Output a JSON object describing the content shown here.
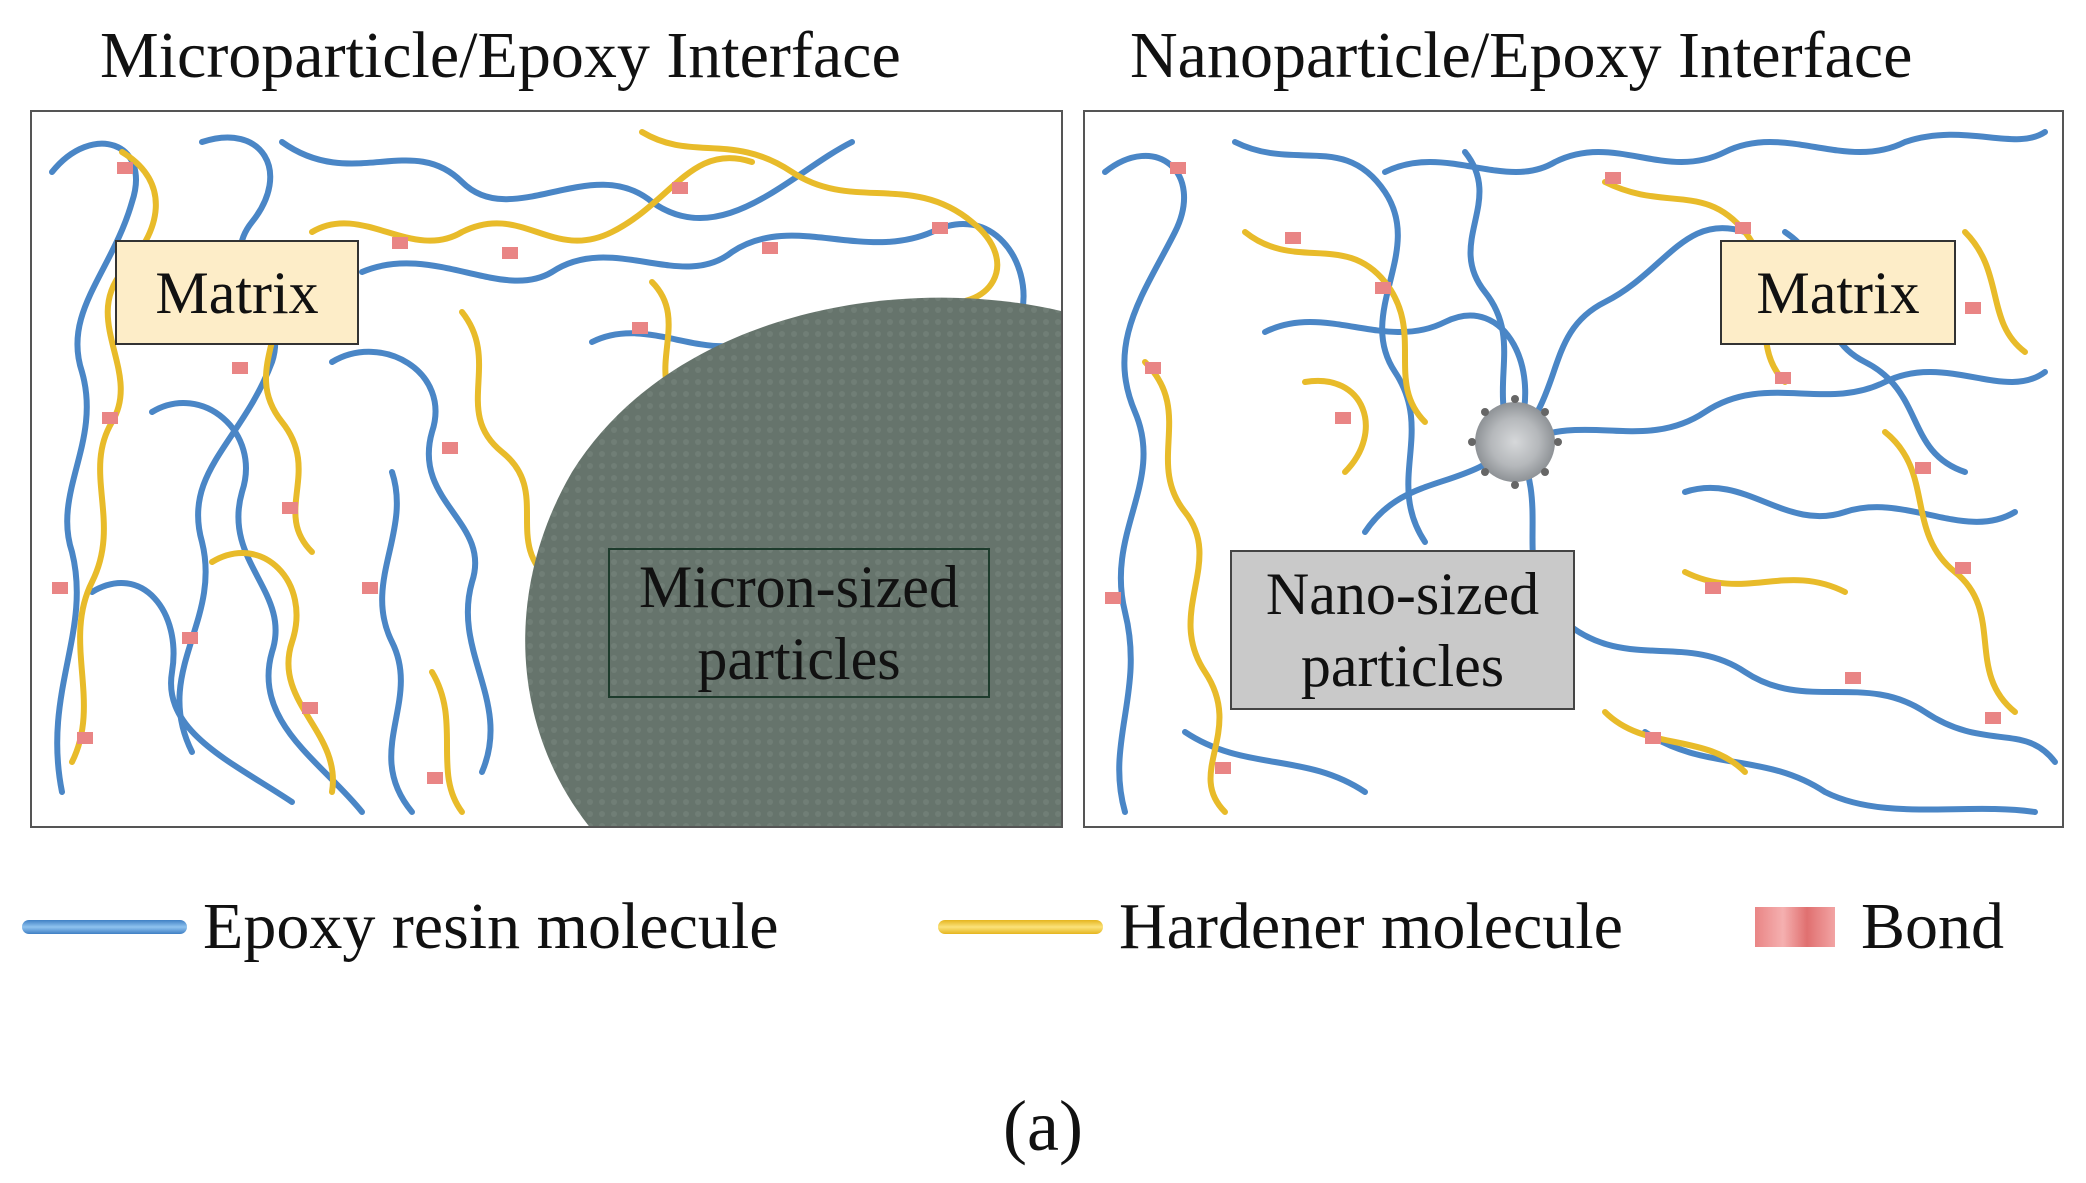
{
  "titles": {
    "left": "Microparticle/Epoxy Interface",
    "right": "Nanoparticle/Epoxy Interface"
  },
  "left_panel": {
    "matrix_label": "Matrix",
    "particle_label_line1": "Micron-sized",
    "particle_label_line2": "particles"
  },
  "right_panel": {
    "matrix_label": "Matrix",
    "particle_label_line1": "Nano-sized",
    "particle_label_line2": "particles"
  },
  "legend": {
    "epoxy": "Epoxy resin molecule",
    "hardener": "Hardener molecule",
    "bond": "Bond"
  },
  "caption": "(a)",
  "colors": {
    "epoxy": "#4a86c6",
    "hardener": "#e8bb2a",
    "bond": "#e98585",
    "microparticle": "#66746c",
    "nanoparticle": "#b9bcbe",
    "matrix_box": "#fdedc8"
  }
}
